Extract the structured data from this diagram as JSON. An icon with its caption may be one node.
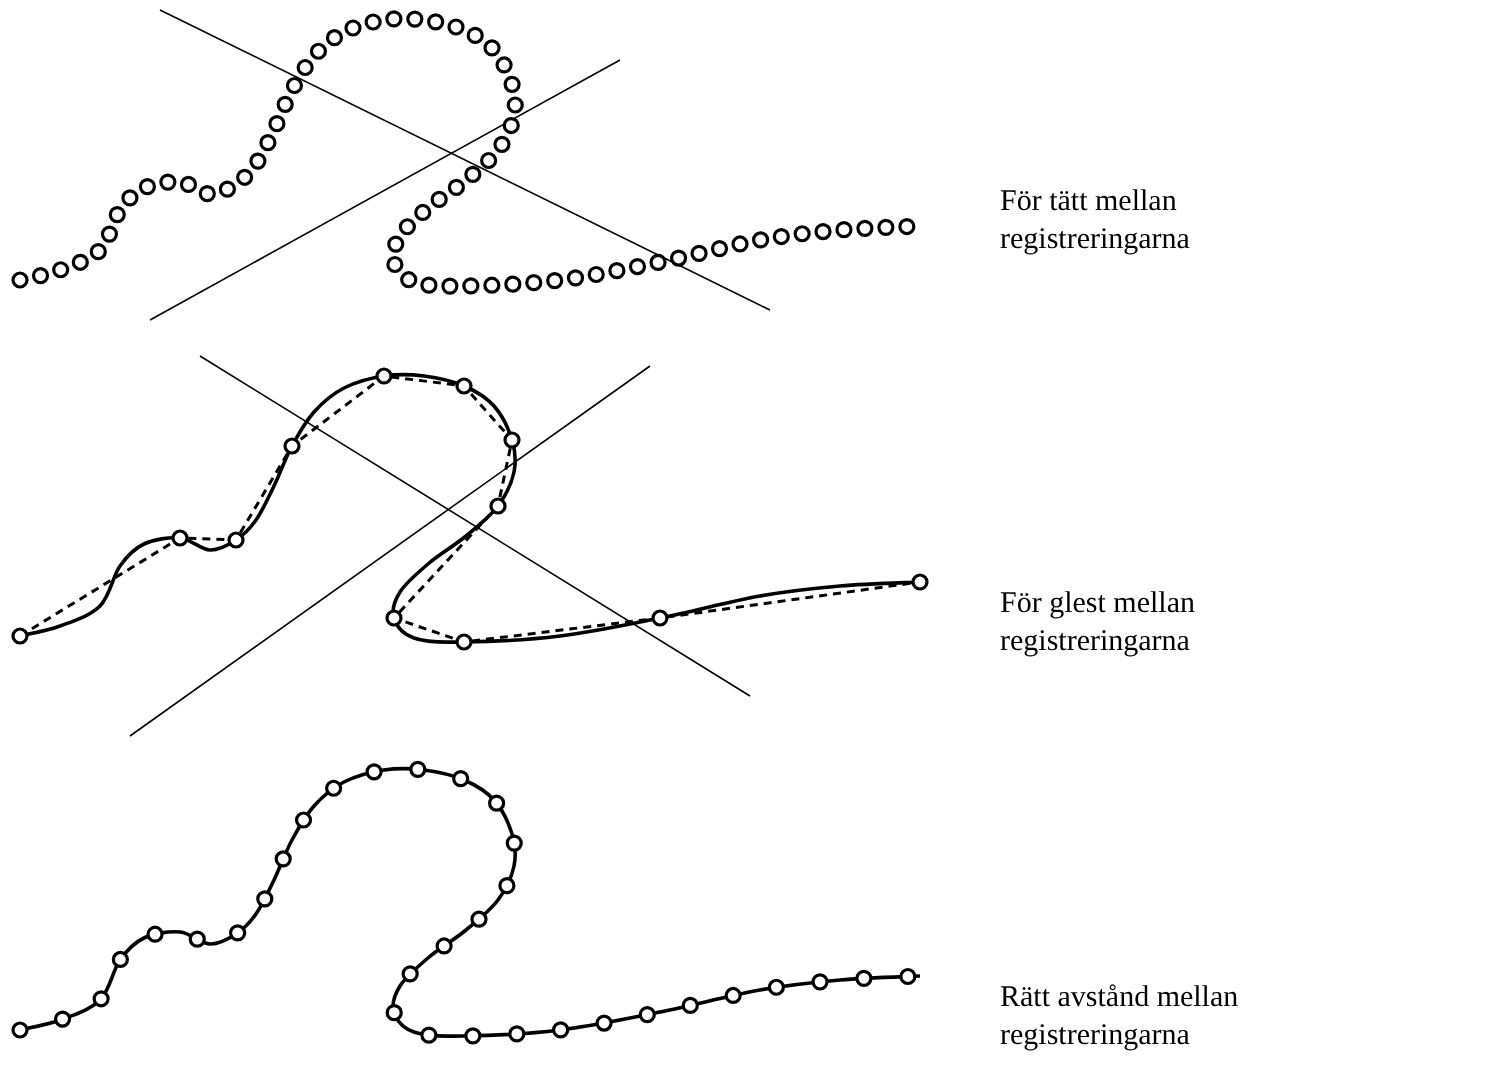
{
  "diagram": {
    "labels": [
      "För tätt mellan registreringarna",
      "För glest mellan registreringarna",
      "Rätt avstånd mellan registreringarna"
    ]
  }
}
